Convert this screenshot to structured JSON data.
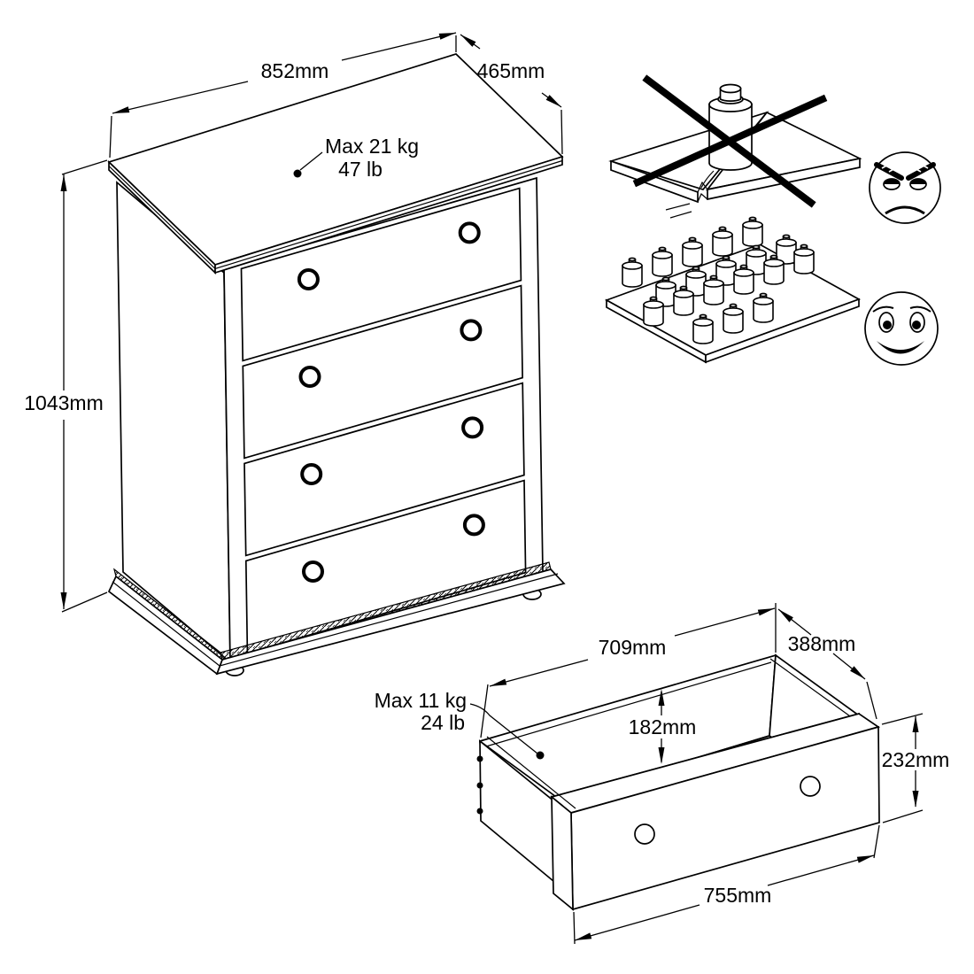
{
  "page": {
    "background_color": "#ffffff",
    "line_color": "#000000",
    "type_label": "furniture-assembly-dimension-diagram"
  },
  "chest": {
    "width": "852mm",
    "depth": "465mm",
    "height": "1043mm",
    "top_load_line1": "Max 21 kg",
    "top_load_line2": "47 lb",
    "drawer_count": 4,
    "knobs_per_drawer": 2
  },
  "drawer": {
    "inner_width": "709mm",
    "inner_depth": "388mm",
    "inner_height": "182mm",
    "front_height": "232mm",
    "front_width": "755mm",
    "load_line1": "Max 11 kg",
    "load_line2": "24 lb"
  },
  "warnings": {
    "wrong_icon": "concentrated-load-crossed-out",
    "wrong_face_icon": "angry-face",
    "right_icon": "distributed-load-weights",
    "right_face_icon": "smiley-face"
  }
}
